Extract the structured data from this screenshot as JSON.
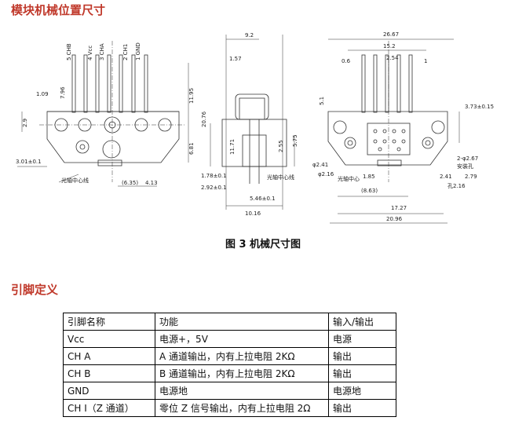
{
  "section1_title": "模块机械位置尺寸",
  "figure_caption": "图 3  机械尺寸图",
  "section2_title": "引脚定义",
  "drawing": {
    "pin_labels": [
      "5 CHB",
      "4 Vcc",
      "3 CHA",
      "2 CH1",
      "1 GND"
    ],
    "left_dims": [
      "7.96",
      "1.09",
      "2.9",
      "11.95",
      "20.76",
      "6.81",
      "3.01±0.1",
      "4.13",
      "(6.35)",
      "光轴中心线"
    ],
    "side_dims": [
      "9.2",
      "1.57",
      "11.71",
      "2.55",
      "5.75",
      "1.78±0.1",
      "2.92±0.1",
      "5.46±0.1",
      "10.16",
      "光轴中心线"
    ],
    "right_dims": [
      "26.67",
      "15.2",
      "2.54",
      "0.6",
      "1",
      "5.1",
      "3.73±0.15",
      "2-φ2.67",
      "安装孔",
      "φ2.41",
      "2.41",
      "φ2.16",
      "2.79",
      "孔2.16",
      "1.85",
      "(8.63)",
      "17.27",
      "20.96",
      "光轴中心"
    ]
  },
  "table": {
    "headers": [
      "引脚名称",
      "功能",
      "输入/输出"
    ],
    "rows": [
      [
        "Vcc",
        "电源+，5V",
        "电源"
      ],
      [
        "CH A",
        "A 通道输出，内有上拉电阻 2KΩ",
        "输出"
      ],
      [
        "CH B",
        "B 通道输出，内有上拉电阻 2KΩ",
        "输出"
      ],
      [
        "GND",
        "电源地",
        "电源地"
      ],
      [
        "CH I（Z 通道）",
        "零位 Z 信号输出，内有上拉电阻 2Ω",
        "输出"
      ]
    ]
  }
}
